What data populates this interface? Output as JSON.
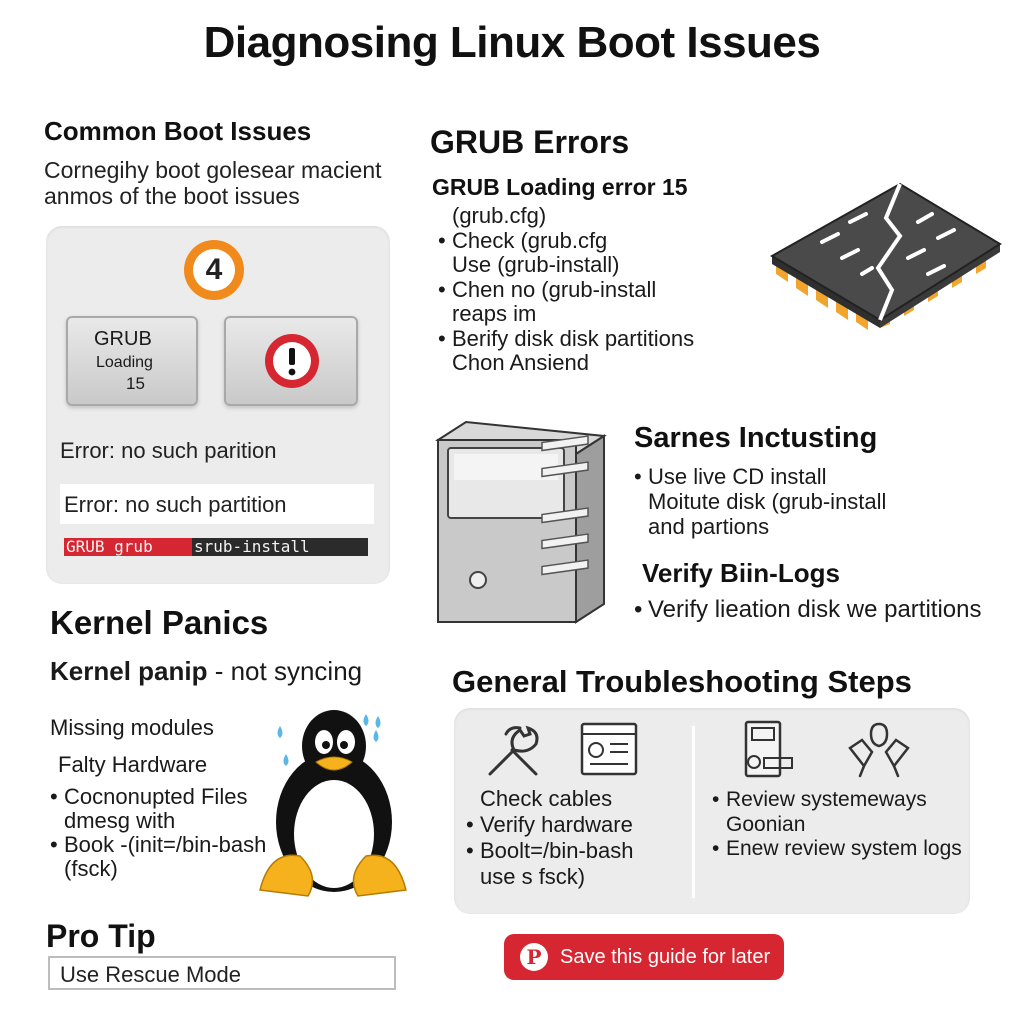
{
  "title": "Diagnosing Linux Boot Issues",
  "common": {
    "heading": "Common Boot Issues",
    "desc_line1": "Cornegihy boot golesear macient",
    "desc_line2": "anmos of the boot issues",
    "badge_number": "4",
    "grub_btn": {
      "line1": "GRUB",
      "line2": "Loading",
      "line3": "15"
    },
    "error_text_1": "Error: no such parition",
    "error_text_2": "Error: no such partition",
    "cmd": {
      "seg1": " GRUB  grub",
      "seg2": "  srub-install"
    }
  },
  "grub_errors": {
    "heading": "GRUB Errors",
    "subheading": "GRUB Loading error 15",
    "items": [
      {
        "bullet": false,
        "text": "(grub.cfg)"
      },
      {
        "bullet": true,
        "text": "Check (grub.cfg"
      },
      {
        "bullet": false,
        "text": "Use (grub-install)"
      },
      {
        "bullet": true,
        "text": "Chen no (grub-install"
      },
      {
        "bullet": false,
        "text": "reaps im"
      },
      {
        "bullet": true,
        "text": "Berify disk disk partitions"
      },
      {
        "bullet": false,
        "text": "Chon Ansiend"
      }
    ]
  },
  "sarnes": {
    "heading": "Sarnes Inctusting",
    "items": [
      {
        "bullet": true,
        "text": "Use live CD install"
      },
      {
        "bullet": false,
        "text": "Moitute disk (grub-install"
      },
      {
        "bullet": false,
        "text": "and partions"
      }
    ],
    "verify_heading": "Verify Biin-Logs",
    "verify_item": "Verify lieation disk we partitions"
  },
  "kernel": {
    "heading": "Kernel Panics",
    "subheading_bold": "Kernel panip",
    "subheading_rest": " - not syncing",
    "items": [
      {
        "bullet": false,
        "text": "Missing modules"
      },
      {
        "bullet": false,
        "text": "Falty Hardware"
      },
      {
        "bullet": true,
        "text": "Cocnonupted Files"
      },
      {
        "bullet": false,
        "text": "dmesg with"
      },
      {
        "bullet": true,
        "text": "Book -(init=/bin-bash"
      },
      {
        "bullet": false,
        "text": "(fsck)"
      }
    ]
  },
  "general": {
    "heading": "General Troubleshooting Steps",
    "left": [
      {
        "bullet": false,
        "text": "Check cables"
      },
      {
        "bullet": true,
        "text": "Verify hardware"
      },
      {
        "bullet": true,
        "text": "Boolt=/bin-bash"
      },
      {
        "bullet": false,
        "text": "use s fsck)"
      }
    ],
    "right": [
      {
        "bullet": true,
        "text": "Review systemeways"
      },
      {
        "bullet": false,
        "text": "Goonian"
      },
      {
        "bullet": true,
        "text": "Enew review system logs"
      }
    ]
  },
  "pro_tip": {
    "heading": "Pro Tip",
    "value": "Use Rescue Mode"
  },
  "save_button": {
    "label": "Save this guide for later",
    "icon": "pinterest-icon",
    "glyph": "P"
  },
  "colors": {
    "accent_red": "#d62631",
    "badge_orange": "#f08a1c",
    "panel_gray": "#ececec",
    "chip_orange": "#f2a52e"
  }
}
